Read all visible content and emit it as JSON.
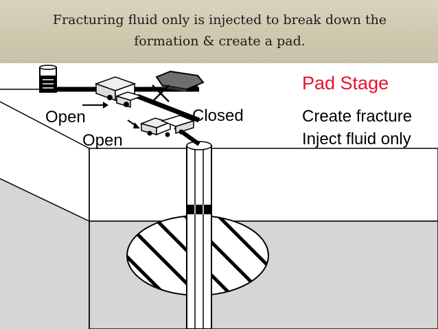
{
  "slide": {
    "caption_line1": "Fracturing fluid only is injected to break down the",
    "caption_line2": "formation & create a pad."
  },
  "diagram": {
    "stage_title": "Pad Stage",
    "stage_line1": "Create fracture",
    "stage_line2": "Inject fluid only",
    "valve_label_1": "Open",
    "valve_label_2": "Closed",
    "valve_label_3": "Open",
    "colors": {
      "stage_title": "#e5132c",
      "formation": "#d6d6d6",
      "line": "#000000"
    }
  }
}
